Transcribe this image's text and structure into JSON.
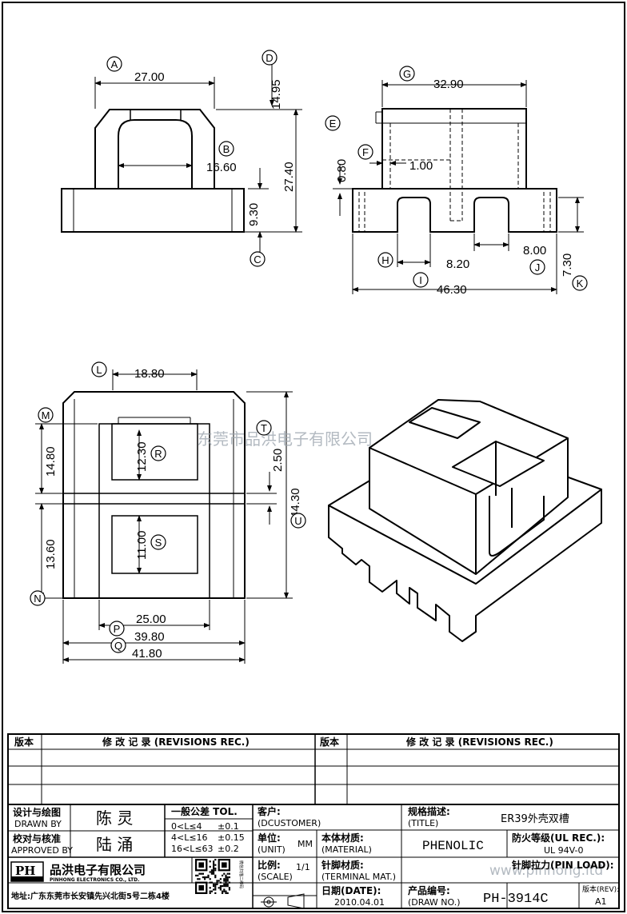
{
  "dimensions": {
    "a": "27.00",
    "d": "14.95",
    "b": "16.60",
    "c_height": "27.40",
    "c": "9.30",
    "g": "32.90",
    "e": "0.80",
    "f": "1.00",
    "h": "8.20",
    "j": "8.00",
    "i": "46.30",
    "k": "7.30",
    "l": "18.80",
    "m": "14.80",
    "r": "12.30",
    "t": "2.50",
    "s": "11.00",
    "n": "13.60",
    "u": "44.30",
    "p": "25.00",
    "q1": "39.80",
    "q2": "41.80"
  },
  "letters": [
    "A",
    "B",
    "C",
    "D",
    "E",
    "F",
    "G",
    "H",
    "I",
    "J",
    "K",
    "L",
    "M",
    "N",
    "P",
    "Q",
    "R",
    "S",
    "T",
    "U"
  ],
  "watermark": {
    "center": "东莞市品洪电子有限公司",
    "corner": "www.pinhong.ltd"
  },
  "revisions": {
    "col_version": "版本",
    "col_record": "修 改 记 录 (REVISIONS REC.)"
  },
  "title_block": {
    "drawn_cn": "设计与绘图",
    "drawn_en": "DRAWN BY",
    "drawn_name": "陈 灵",
    "approved_cn": "校对与核准",
    "approved_en": "APPROVED BY",
    "approved_name": "陆 涌",
    "tol_title": "一般公差 TOL.",
    "tol_rows": [
      {
        "range": "0<L≤4",
        "val": "±0.1"
      },
      {
        "range": "4<L≤16",
        "val": "±0.15"
      },
      {
        "range": "16<L≤63",
        "val": "±0.2"
      }
    ],
    "customer_cn": "客户:",
    "customer_en": "(DCUSTOMER)",
    "spec_cn": "规格描述:",
    "spec_en": "(TITLE)",
    "spec_value": "ER39外壳双槽",
    "unit_cn": "单位:",
    "unit_en": "(UNIT)",
    "unit_value": "MM",
    "material_cn": "本体材质:",
    "material_en": "(MATERIAL)",
    "material_value": "PHENOLIC",
    "ul_cn": "防火等级(UL REC.):",
    "ul_value": "UL 94V-0",
    "scale_cn": "比例:",
    "scale_en": "(SCALE)",
    "scale_value": "1/1",
    "terminal_cn": "针脚材质:",
    "terminal_en": "(TERMINAL MAT.)",
    "pin_load": "针脚拉力(PIN LOAD):",
    "date_cn": "日期(DATE):",
    "date_value": "2010.04.01",
    "drawno_cn": "产品编号:",
    "drawno_en": "(DRAW NO.)",
    "drawno_value": "PH-3914C",
    "rev_cn": "版本(REV):",
    "rev_value": "A1",
    "company_cn": "品洪电子有限公司",
    "company_en": "PINHONG ELECTRONICS CO., LTD.",
    "logo_text": "PH",
    "address": "地址:广东东莞市长安镇先兴北街5号二栋4楼",
    "qr_note": "微信扫描二维码"
  }
}
